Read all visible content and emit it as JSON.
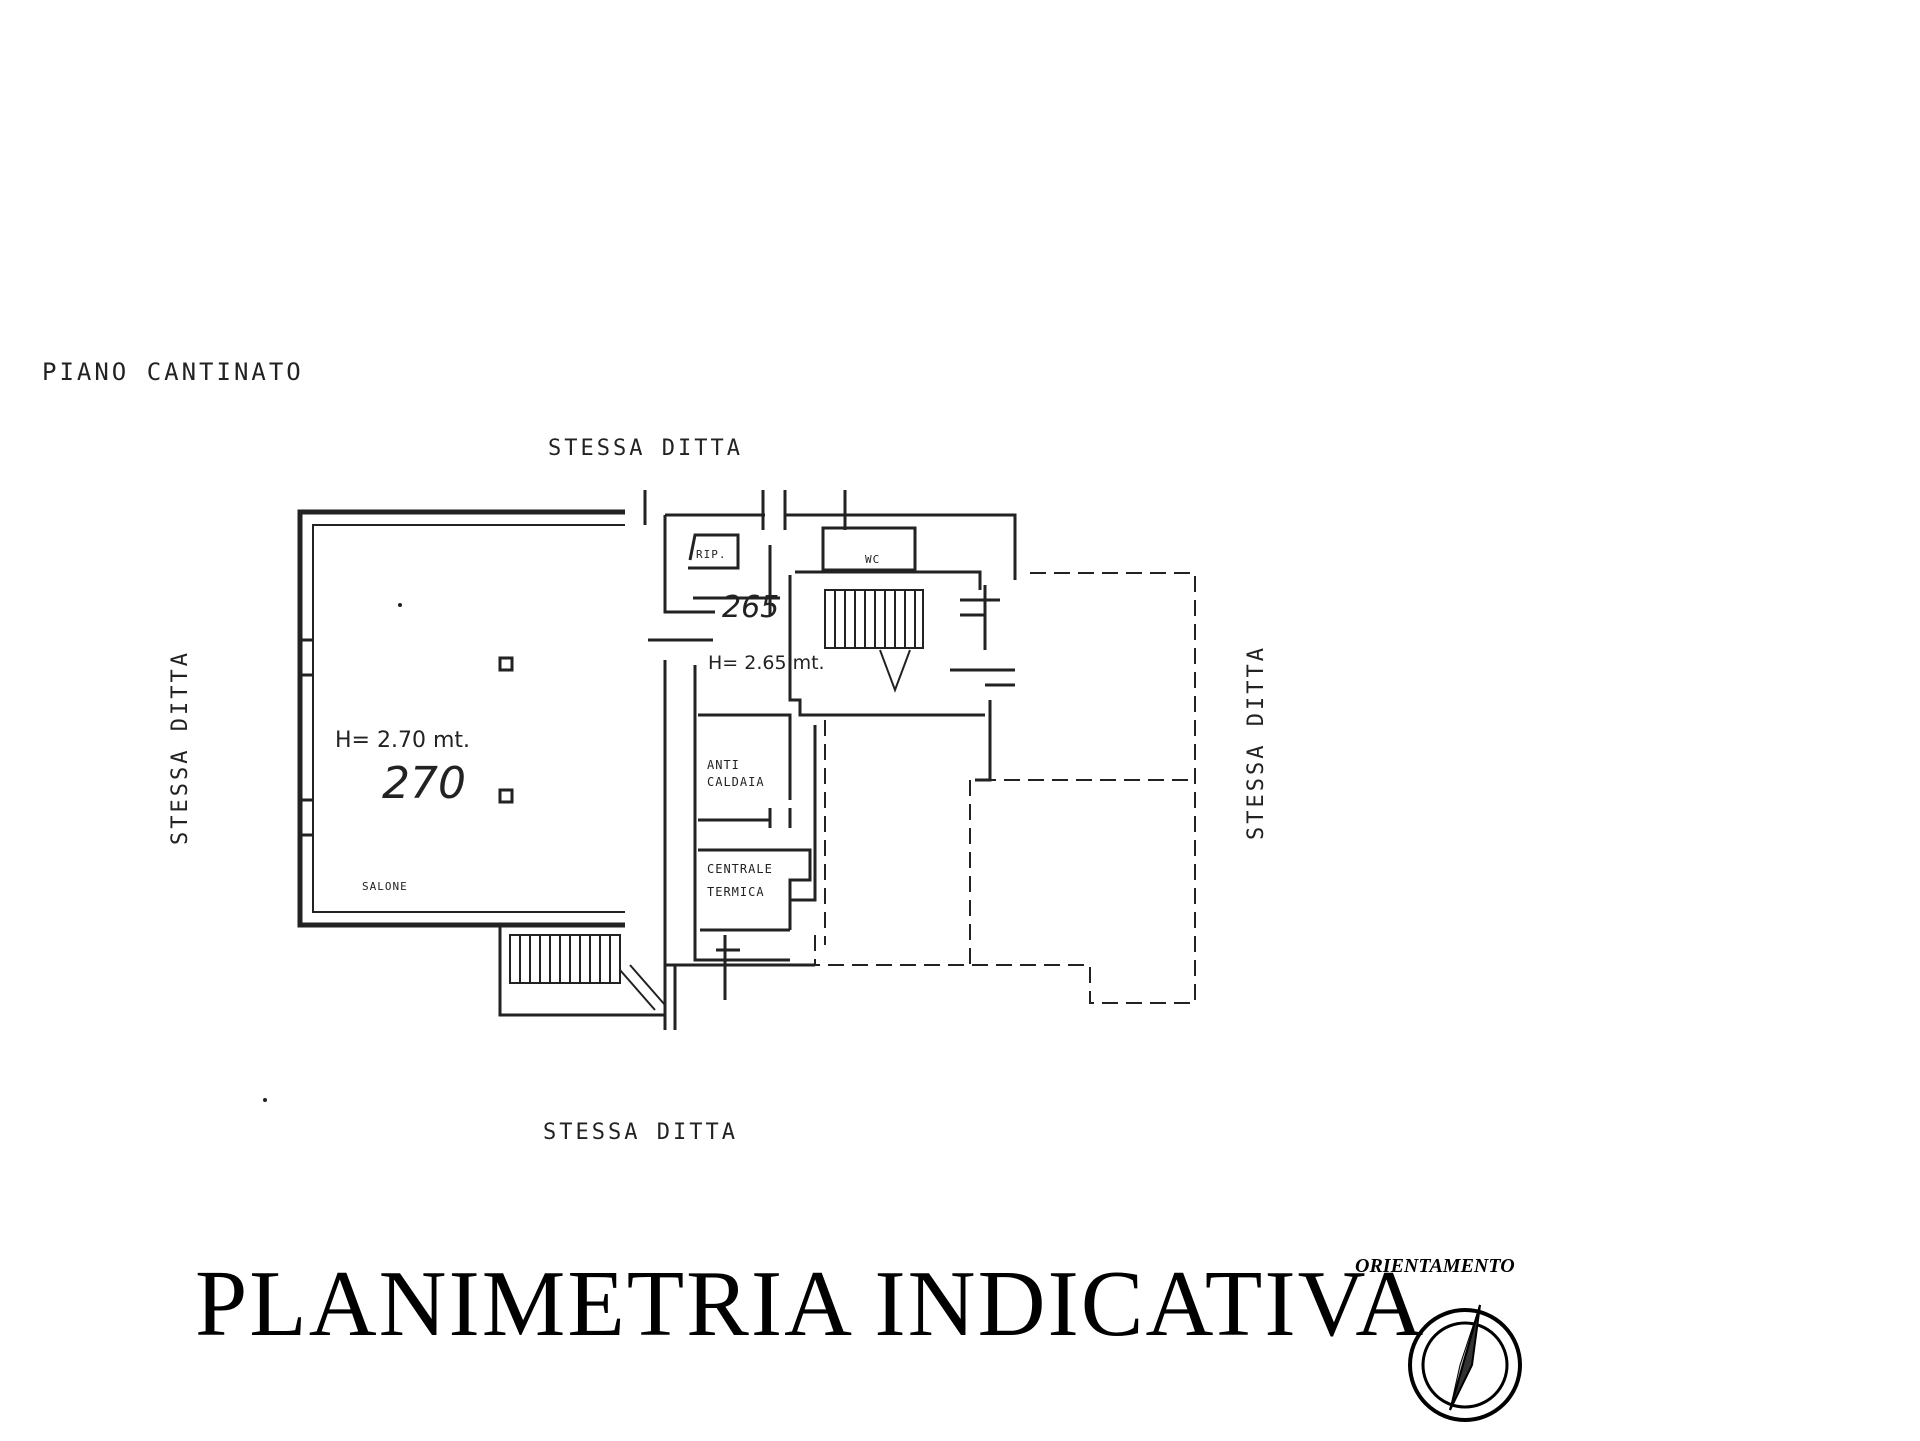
{
  "floor_label": "PIANO CANTINATO",
  "neighbors": {
    "top": "STESSA DITTA",
    "bottom": "STESSA DITTA",
    "left": "STESSA DITTA",
    "right": "STESSA DITTA"
  },
  "rooms": {
    "salone": "SALONE",
    "rip": "RIP.",
    "wc": "WC",
    "anti_caldaia_1": "ANTI",
    "anti_caldaia_2": "CALDAIA",
    "centrale_termica_1": "CENTRALE",
    "centrale_termica_2": "TERMICA"
  },
  "heights": {
    "salone_text": "H= 2.70 mt.",
    "salone_number": "270",
    "corridor_text": "H= 2.65 mt.",
    "corridor_number": "265"
  },
  "title": "PLANIMETRIA INDICATIVA",
  "orientation_label": "ORIENTAMENTO",
  "icons": [
    "north-arrow-compass-icon",
    "staircase-icon"
  ]
}
